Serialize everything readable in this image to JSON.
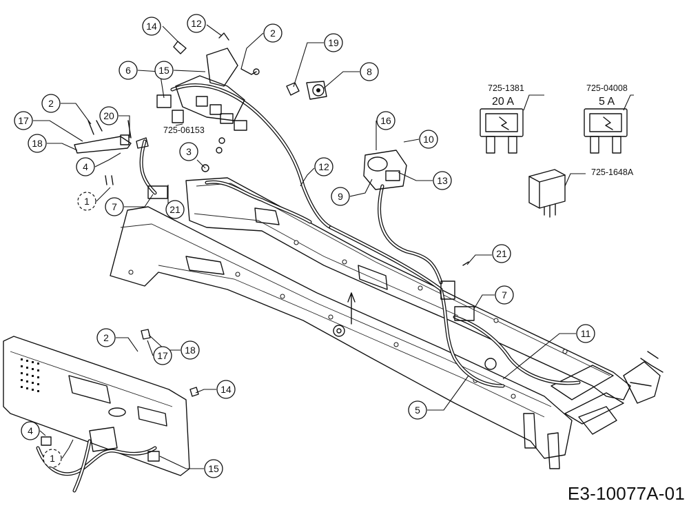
{
  "drawing_code": "E3-10077A-01",
  "callouts": {
    "c14a": "14",
    "c12a": "12",
    "c2a": "2",
    "c6": "6",
    "c15a": "15",
    "c19": "19",
    "c8": "8",
    "c2b": "2",
    "c17a": "17",
    "c20": "20",
    "c18a": "18",
    "c4a": "4",
    "c3": "3",
    "c1a": "1",
    "c7a": "7",
    "c21a": "21",
    "c16": "16",
    "c10": "10",
    "c12b": "12",
    "c9": "9",
    "c13": "13",
    "c21b": "21",
    "c7b": "7",
    "c11": "11",
    "c5": "5",
    "c2c": "2",
    "c17b": "17",
    "c18b": "18",
    "c14b": "14",
    "c4b": "4",
    "c1b": "1",
    "c15b": "15"
  },
  "parts": {
    "connector_pn": "725-06153",
    "fuse_20a": {
      "part_number": "725-1381",
      "rating": "20 A"
    },
    "fuse_5a": {
      "part_number": "725-04008",
      "rating": "5 A"
    },
    "relay_pn": "725-1648A"
  }
}
